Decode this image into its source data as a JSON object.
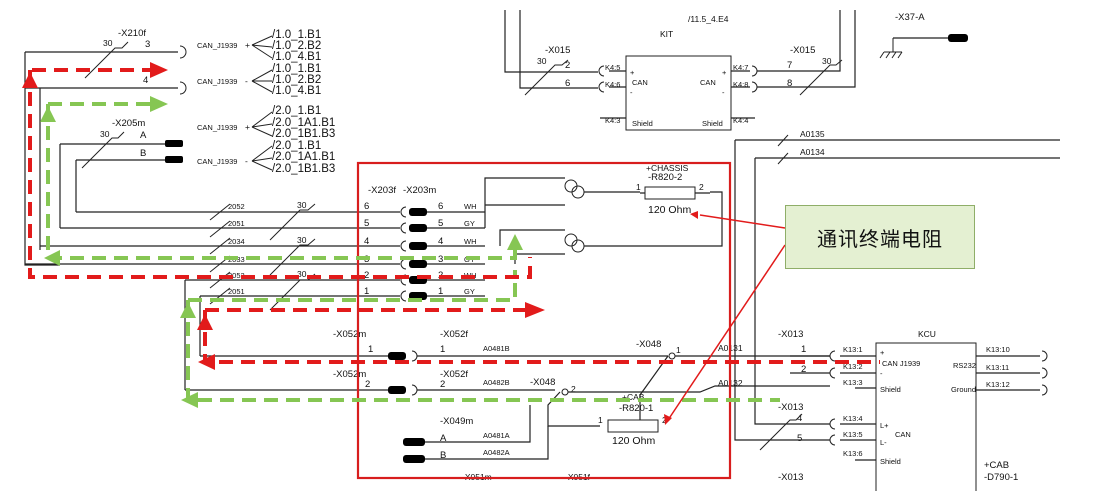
{
  "callout": {
    "text": "通讯终端电阻"
  },
  "connectors": {
    "x210f": "-X210f",
    "x205m": "-X205m",
    "x015_left": "-X015",
    "x015_right": "-X015",
    "x203f": "-X203f",
    "x203m": "-X203m",
    "x052m_1": "-X052m",
    "x052m_2": "-X052m",
    "x052f_1": "-X052f",
    "x052f_2": "-X052f",
    "x049m": "-X049m",
    "x048_1": "-X048",
    "x048_2": "-X048",
    "x013_1": "-X013",
    "x013_2": "-X013",
    "x013_3": "-X013",
    "x37a": "-X37-A",
    "x051m": "-X051m",
    "x051f": "-X051f"
  },
  "kit": {
    "label": "KIT",
    "ref": "/11.5_4.E4",
    "pins_left": [
      "K4:5",
      "K4:6",
      "K4:3"
    ],
    "pins_right": [
      "K4:7",
      "K4:8",
      "K4:4"
    ],
    "can_left": "CAN",
    "can_right": "CAN",
    "shield_left": "Shield",
    "shield_right": "Shield",
    "plus": "+",
    "minus": "-"
  },
  "top_left": {
    "pins_x210f": [
      "3",
      "4"
    ],
    "pins_x205m": [
      "A",
      "B"
    ],
    "num30": "30",
    "can_labels": [
      "CAN_J1939",
      "CAN_J1939",
      "CAN_J1939",
      "CAN_J1939"
    ],
    "plus": "+",
    "minus": "-",
    "refs": [
      "/1.0_1.B1",
      "/1.0_2.B2",
      "/1.0_4.B1",
      "/1.0_1.B1",
      "/1.0_2.B2",
      "/1.0_4.B1",
      "/2.0_1.B1",
      "/2.0_1A1.B1",
      "/2.0_1B1.B3",
      "/2.0_1.B1",
      "/2.0_1A1.B1",
      "/2.0_1B1.B3"
    ]
  },
  "x015_pins": {
    "left": [
      "2",
      "6"
    ],
    "right": [
      "7",
      "8"
    ],
    "num30": "30"
  },
  "wire_labels": {
    "a0135": "A0135",
    "a0134": "A0134",
    "nums": [
      "2052",
      "2051",
      "2034",
      "2033",
      "2052",
      "2051"
    ]
  },
  "x203": {
    "left_pins": [
      "6",
      "5",
      "4",
      "3",
      "2",
      "1"
    ],
    "right_pins": [
      "6",
      "5",
      "4",
      "3",
      "2",
      "1"
    ],
    "colors": [
      "WH",
      "GY",
      "WH",
      "GY",
      "WH",
      "GY"
    ],
    "num30": "30"
  },
  "r820_2": {
    "tag": "+CHASSIS",
    "name": "-R820-2",
    "value": "120 Ohm",
    "p1": "1",
    "p2": "2"
  },
  "r820_1": {
    "tag": "+CAB",
    "name": "-R820-1",
    "value": "120 Ohm",
    "p1": "1",
    "p2": "2"
  },
  "x052": {
    "pins": [
      "1",
      "2"
    ],
    "wires": [
      "A0481B",
      "A0482B"
    ]
  },
  "x049": {
    "pins": [
      "A",
      "B"
    ],
    "wires": [
      "A0481A",
      "A0482A"
    ]
  },
  "x048_pins": {
    "p1": "1",
    "p2": "2"
  },
  "x013_pins": [
    "1",
    "2",
    "4",
    "5"
  ],
  "x013_wires": [
    "A0131",
    "A0132"
  ],
  "kcu": {
    "label": "KCU",
    "tag": "+CAB",
    "id": "-D790-1",
    "pins_left": [
      "K13:1",
      "K13:2",
      "K13:3",
      "K13:4",
      "K13:5",
      "K13:6"
    ],
    "pins_right": [
      "K13:10",
      "K13:11",
      "K13:12"
    ],
    "can_j1939": "CAN J1939",
    "shield1": "Shield",
    "can": "CAN",
    "shield2": "Shield",
    "rs232": "RS232",
    "ground": "Ground",
    "lplus": "L+",
    "lminus": "L-",
    "plus": "+",
    "minus": "-"
  }
}
